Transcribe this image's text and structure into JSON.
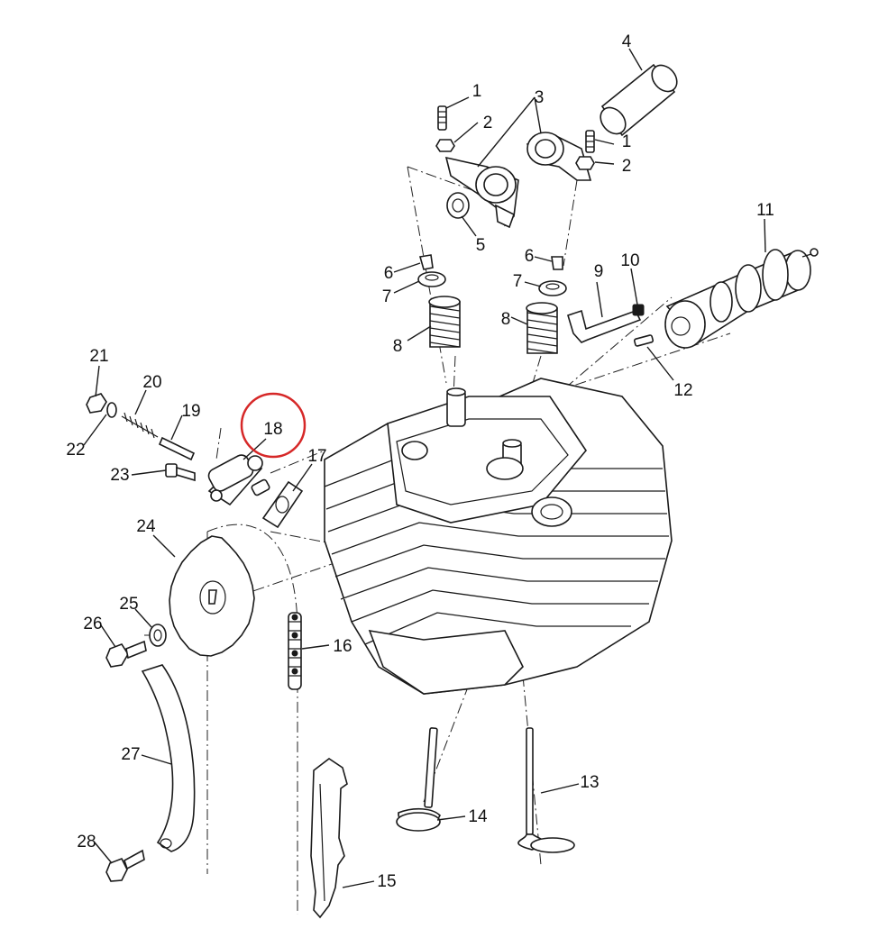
{
  "diagram": {
    "highlight_color": "#d62828",
    "line_color": "#1a1a1a",
    "highlighted_callout": "18",
    "callouts": {
      "c1a": "1",
      "c1b": "1",
      "c2a": "2",
      "c2b": "2",
      "c3": "3",
      "c4": "4",
      "c5": "5",
      "c6a": "6",
      "c6b": "6",
      "c7a": "7",
      "c7b": "7",
      "c8a": "8",
      "c8b": "8",
      "c9": "9",
      "c10": "10",
      "c11": "11",
      "c12": "12",
      "c13": "13",
      "c14": "14",
      "c15": "15",
      "c16": "16",
      "c17": "17",
      "c18": "18",
      "c19": "19",
      "c20": "20",
      "c21": "21",
      "c22": "22",
      "c23": "23",
      "c24": "24",
      "c25": "25",
      "c26": "26",
      "c27": "27",
      "c28": "28"
    }
  }
}
